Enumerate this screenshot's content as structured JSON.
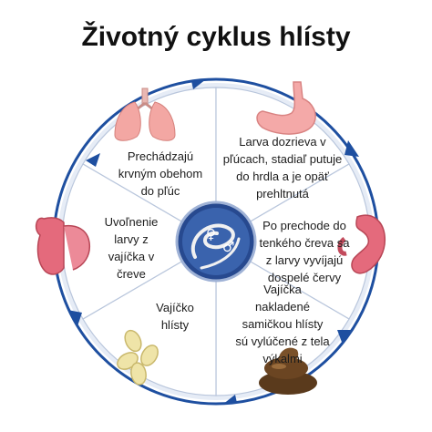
{
  "title": "Životný cyklus hlísty",
  "stages": [
    {
      "id": "lungs",
      "text": "Prechádzajú\nkrvným obehom\ndo pľúc",
      "icon": "lungs-icon"
    },
    {
      "id": "lungs-mature",
      "text": "Larva dozrieva v\npľúcach, stadiaľ putuje\ndo hrdla a je opäť\nprehltnutá",
      "icon": "stomach-icon"
    },
    {
      "id": "small-intestine",
      "text": "Po prechode do\ntenkého čreva sa\nz larvy vyvíjajú\ndospelé červy",
      "icon": "small-intestine-icon"
    },
    {
      "id": "feces",
      "text": "Vajíčka\nnakladené\nsamičkou hlísty\nsú vylúčené z tela\nvýkalmi",
      "icon": "feces-icon"
    },
    {
      "id": "egg",
      "text": "Vajíčko\nhlísty",
      "icon": "eggs-icon"
    },
    {
      "id": "hatch",
      "text": "Uvoľnenie\nlarvy z\nvajíčka v\nčreve",
      "icon": "intestine-icon"
    }
  ],
  "center": {
    "symbols": [
      "♀",
      "♂"
    ],
    "icon": "roundworm-icon"
  },
  "colors": {
    "accent": "#1e4fa0",
    "ring": "#d9e3f2",
    "segment": "#ffffff",
    "center": "#27498f"
  }
}
